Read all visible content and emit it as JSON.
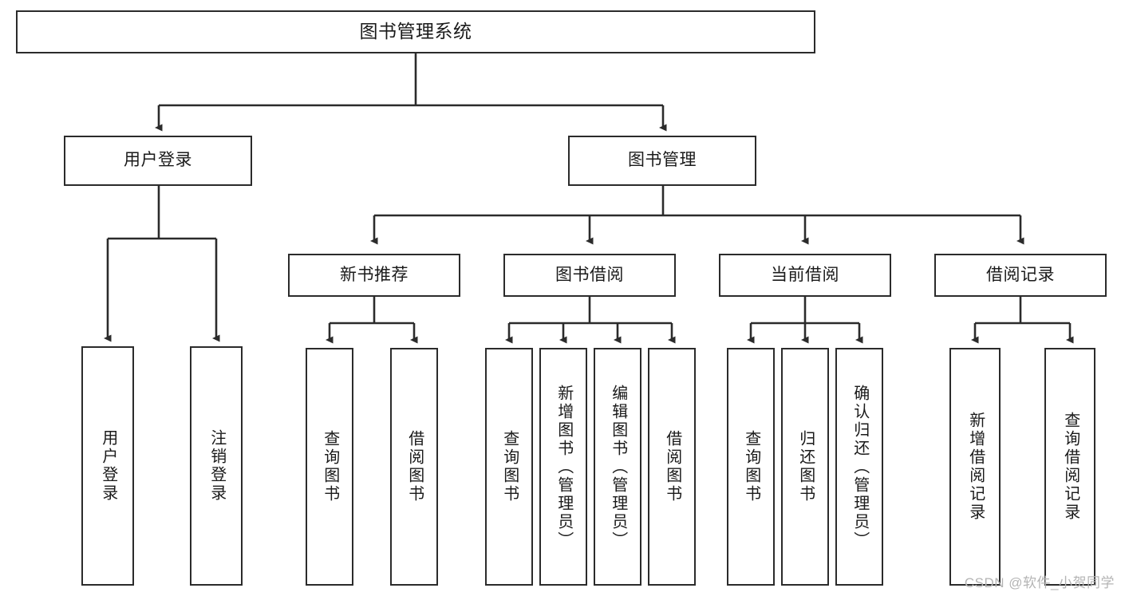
{
  "diagram": {
    "type": "tree-hierarchy",
    "title": "图书管理系统",
    "watermark": "CSDN @软件_小贺同学",
    "colors": {
      "box_border": "#2b2b2b",
      "box_fill": "#ffffff",
      "connector": "#2b2b2b",
      "text": "#1a1a1a",
      "watermark": "#b4b4b4",
      "background": "#ffffff"
    },
    "nodes": {
      "root": {
        "label": "图书管理系统"
      },
      "level1": [
        {
          "id": "user-login",
          "label": "用户登录"
        },
        {
          "id": "book-manage",
          "label": "图书管理"
        }
      ],
      "level2": [
        {
          "id": "new-book-recommend",
          "label": "新书推荐",
          "parent": "book-manage"
        },
        {
          "id": "book-borrow",
          "label": "图书借阅",
          "parent": "book-manage"
        },
        {
          "id": "current-borrow",
          "label": "当前借阅",
          "parent": "book-manage"
        },
        {
          "id": "borrow-record",
          "label": "借阅记录",
          "parent": "book-manage"
        }
      ],
      "leaves": [
        {
          "id": "leaf-user-login",
          "label": "用户登录",
          "parent": "user-login"
        },
        {
          "id": "leaf-logout",
          "label": "注销登录",
          "parent": "user-login"
        },
        {
          "id": "leaf-query-book-1",
          "label": "查询图书",
          "parent": "new-book-recommend"
        },
        {
          "id": "leaf-borrow-book-1",
          "label": "借阅图书",
          "parent": "new-book-recommend"
        },
        {
          "id": "leaf-query-book-2",
          "label": "查询图书",
          "parent": "book-borrow"
        },
        {
          "id": "leaf-add-book",
          "label": "新增图书（管理员）",
          "parent": "book-borrow"
        },
        {
          "id": "leaf-edit-book",
          "label": "编辑图书（管理员）",
          "parent": "book-borrow"
        },
        {
          "id": "leaf-borrow-book-2",
          "label": "借阅图书",
          "parent": "book-borrow"
        },
        {
          "id": "leaf-query-book-3",
          "label": "查询图书",
          "parent": "current-borrow"
        },
        {
          "id": "leaf-return-book",
          "label": "归还图书",
          "parent": "current-borrow"
        },
        {
          "id": "leaf-confirm-return",
          "label": "确认归还（管理员）",
          "parent": "current-borrow"
        },
        {
          "id": "leaf-add-record",
          "label": "新增借阅记录",
          "parent": "borrow-record"
        },
        {
          "id": "leaf-query-record",
          "label": "查询借阅记录",
          "parent": "borrow-record"
        }
      ]
    }
  }
}
